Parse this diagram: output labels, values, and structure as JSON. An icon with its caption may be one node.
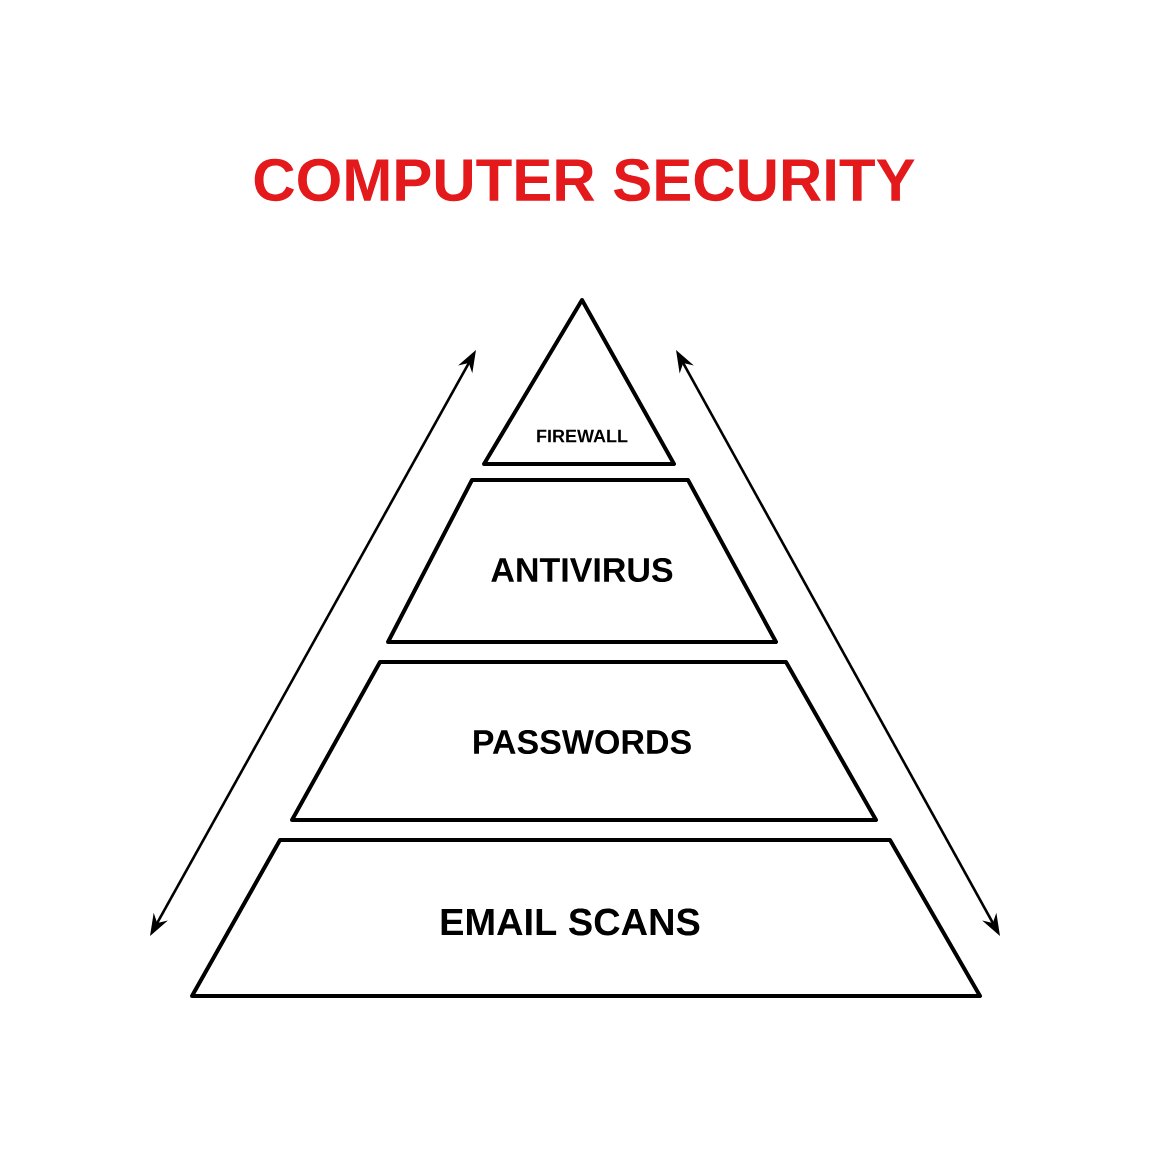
{
  "diagram": {
    "title": "COMPUTER SECURITY",
    "nodes": [
      {
        "text": [
          "FIREWALL"
        ]
      },
      {
        "text": [
          "ANTIVIRUS"
        ]
      },
      {
        "text": [
          "PASSWORDS"
        ]
      },
      {
        "text": [
          "EMAIL SCANS"
        ]
      }
    ]
  }
}
